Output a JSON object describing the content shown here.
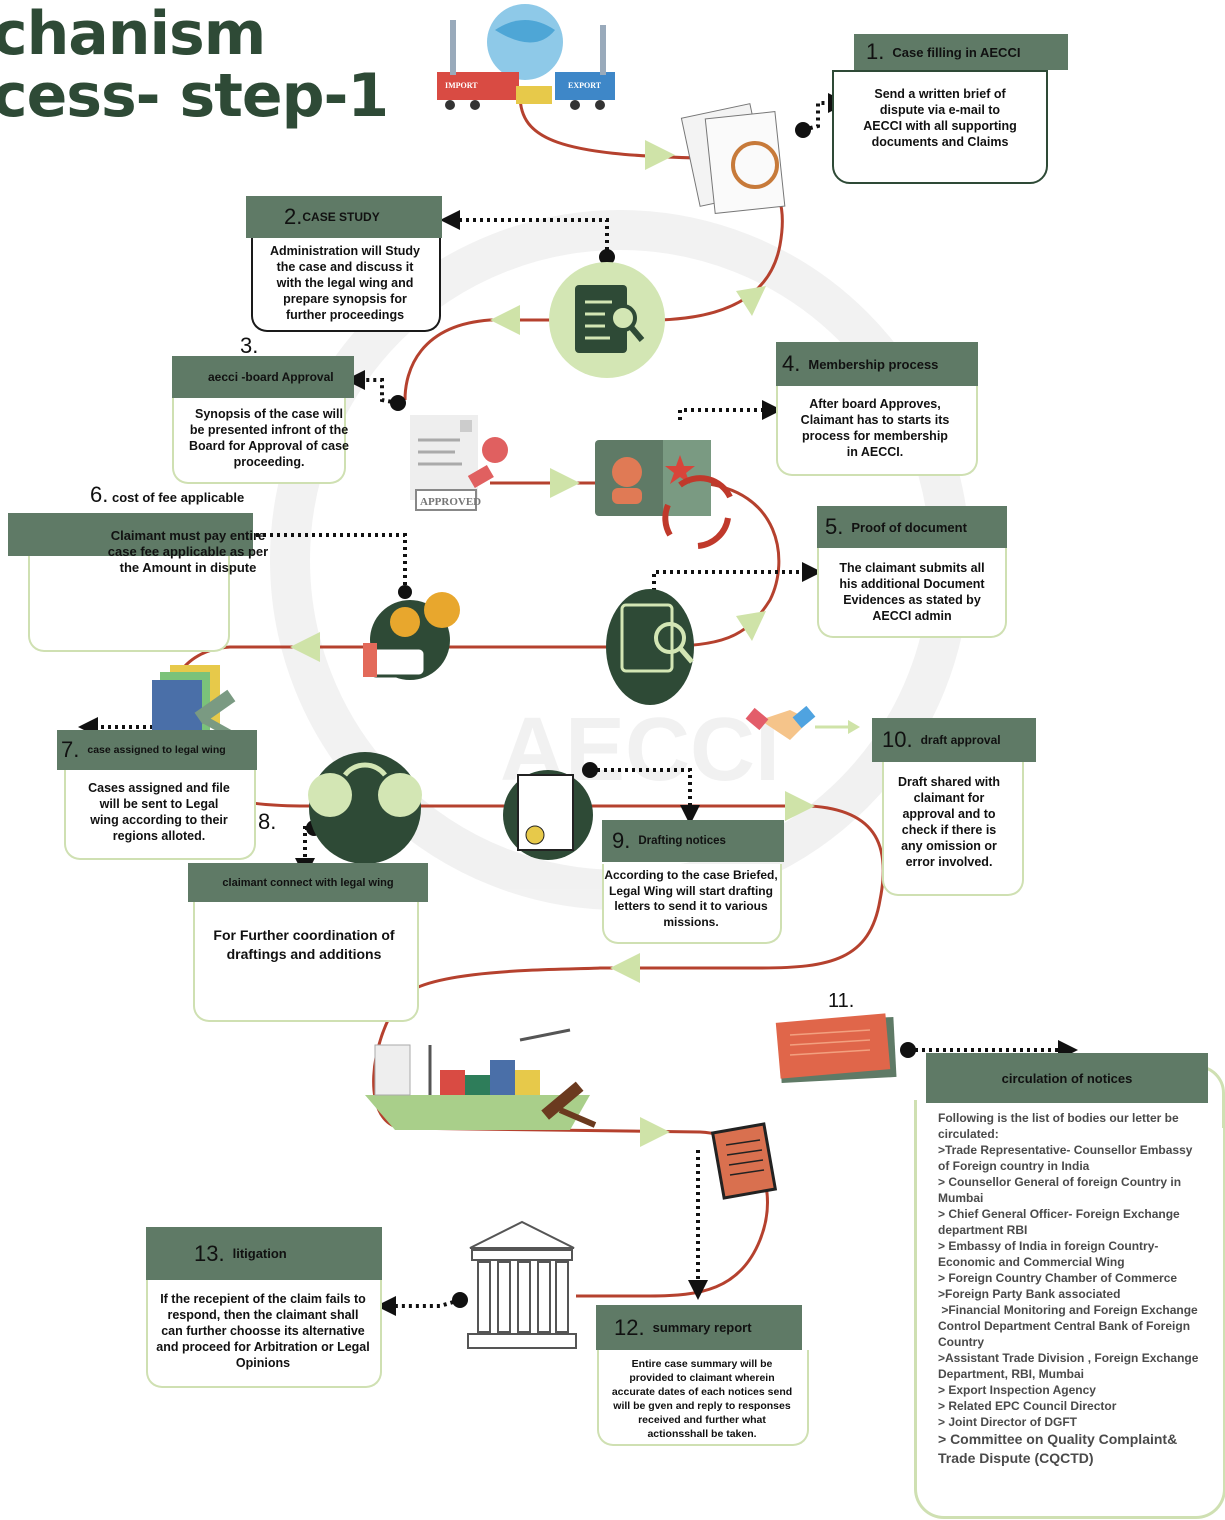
{
  "title": {
    "line1": "chanism",
    "line2": "cess- step-1"
  },
  "illustration_labels": {
    "import": "IMPORT",
    "export": "EXPORT",
    "approved": "APPROVED",
    "watermark": "AECCI"
  },
  "steps": {
    "s1": {
      "num": "1.",
      "title": "Case filling in AECCI",
      "body": "Send a written brief of dispute via e-mail to AECCI with all supporting documents and Claims"
    },
    "s2": {
      "num": "2.",
      "title": "CASE STUDY",
      "body": "Administration will Study the case and discuss it with the legal wing and prepare synopsis for further proceedings"
    },
    "s3": {
      "num": "3.",
      "title": "aecci -board Approval",
      "body": "Synopsis of the case will be presented infront of the Board for Approval of case proceeding."
    },
    "s4": {
      "num": "4.",
      "title": "Membership process",
      "body": "After board Approves, Claimant has to starts its process for membership in AECCI."
    },
    "s5": {
      "num": "5.",
      "title": "Proof of document",
      "body": "The claimant submits all his additional Document Evidences as stated by AECCI admin"
    },
    "s6": {
      "num": "6.",
      "title": "cost of fee applicable",
      "body": "Claimant must pay entire case fee applicable as per the Amount in dispute"
    },
    "s7": {
      "num": "7.",
      "title": "case assigned to legal wing",
      "body": "Cases assigned and file will be sent to Legal wing according to their regions alloted."
    },
    "s8": {
      "num": "8.",
      "title": "claimant connect with legal wing",
      "body": "For Further coordination of draftings and additions"
    },
    "s9": {
      "num": "9.",
      "title": "Drafting notices",
      "body": "According to the case Briefed, Legal Wing will start drafting letters to send it to various missions."
    },
    "s10": {
      "num": "10.",
      "title": "draft approval",
      "body": "Draft shared with claimant for approval and to check if there is any omission or error involved."
    },
    "s11": {
      "num": "11.",
      "title": "circulation of notices",
      "intro": "Following is the list of bodies our letter be circulated:",
      "items": [
        ">Trade Representative- Counsellor Embassy of Foreign country in India",
        "> Counsellor General of foreign Country in Mumbai",
        "> Chief General Officer- Foreign Exchange department RBI",
        "> Embassy of India in foreign Country- Economic and Commercial Wing",
        "> Foreign Country Chamber of Commerce",
        ">Foreign Party Bank associated",
        " >Financial Monitoring and Foreign Exchange Control Department Central Bank of Foreign Country",
        ">Assistant Trade Division , Foreign Exchange Department, RBI, Mumbai",
        "> Export Inspection Agency",
        "> Related EPC Council Director",
        "> Joint Director of DGFT"
      ],
      "last": "> Committee on Quality Complaint& Trade Dispute (CQCTD)"
    },
    "s12": {
      "num": "12.",
      "title": "summary report",
      "body": "Entire case summary will be provided to claimant wherein accurate dates of each notices send will be gven and reply to responses received and further what actionsshall be taken."
    },
    "s13": {
      "num": "13.",
      "title": "litigation",
      "body": "If the recepient of the claim fails to respond, then the claimant shall can further choosse its alternative and proceed for Arbitration or Legal Opinions"
    }
  },
  "colors": {
    "header": "#5f7a66",
    "path": "#b5412e",
    "arrow": "#cfe3a8",
    "card_border": "#cfe0b2",
    "title": "#2e4a36",
    "icon_dark": "#2e4a36",
    "icon_light": "#d3e6b4"
  }
}
